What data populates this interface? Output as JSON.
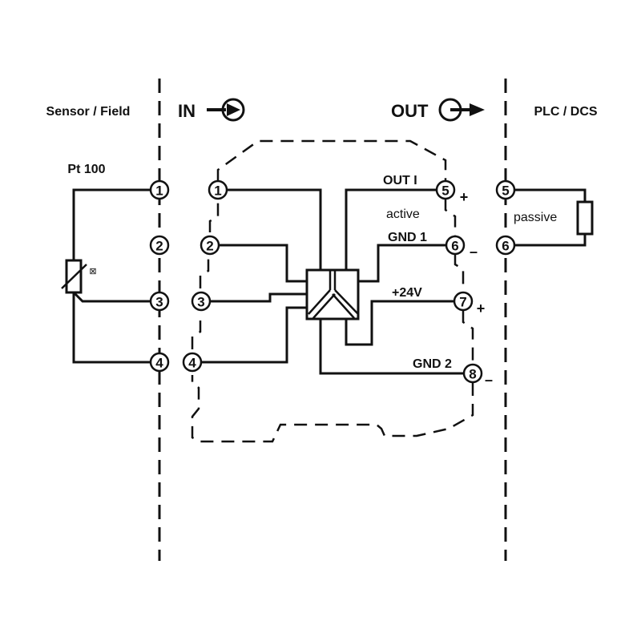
{
  "sections": {
    "sensor_field": "Sensor / Field",
    "plc_dcs": "PLC / DCS"
  },
  "io": {
    "in_label": "IN",
    "out_label": "OUT"
  },
  "sensor": {
    "label": "Pt 100",
    "temp_symbol": "⊠"
  },
  "field_terminals": [
    "1",
    "2",
    "3",
    "4"
  ],
  "module_input_terminals": [
    "1",
    "2",
    "3",
    "4"
  ],
  "module_output_terminals": [
    {
      "num": "5",
      "label": "OUT I",
      "polarity": "+"
    },
    {
      "num": "6",
      "label": "GND 1",
      "polarity": "–"
    },
    {
      "num": "7",
      "label": "+24V",
      "polarity": "+"
    },
    {
      "num": "8",
      "label": "GND 2",
      "polarity": "–"
    }
  ],
  "output_mode": "active",
  "plc_terminals": [
    "5",
    "6"
  ],
  "plc_mode": "passive"
}
